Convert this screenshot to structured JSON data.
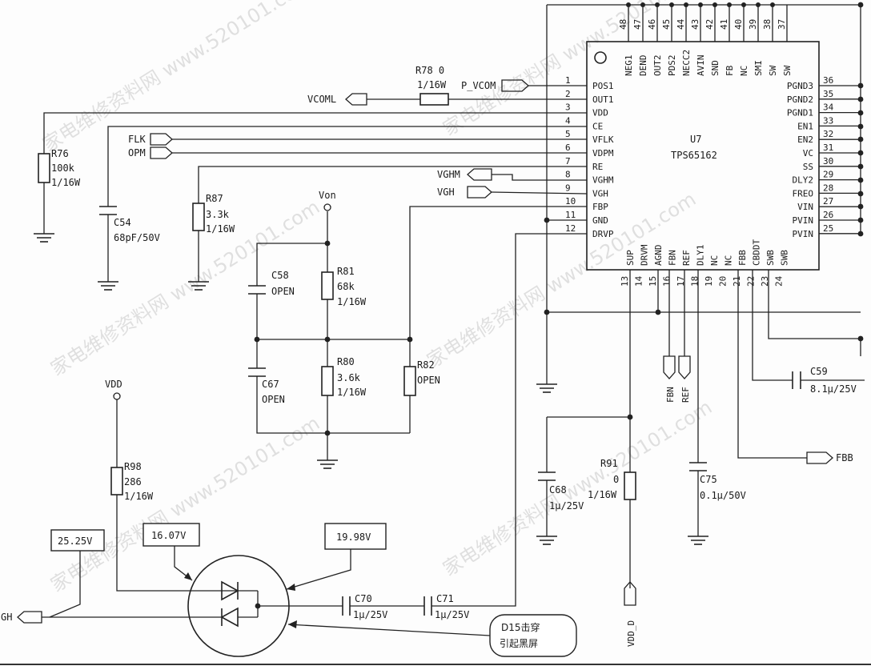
{
  "watermark": {
    "text": "家电维修资料网 www.520101.com"
  },
  "ic": {
    "ref": "U7",
    "part": "TPS65162",
    "left_pins": [
      {
        "no": "1",
        "name": "POS1"
      },
      {
        "no": "2",
        "name": "OUT1"
      },
      {
        "no": "3",
        "name": "VDD"
      },
      {
        "no": "4",
        "name": "CE"
      },
      {
        "no": "5",
        "name": "VFLK"
      },
      {
        "no": "6",
        "name": "VDPM"
      },
      {
        "no": "7",
        "name": "RE"
      },
      {
        "no": "8",
        "name": "VGHM"
      },
      {
        "no": "9",
        "name": "VGH"
      },
      {
        "no": "10",
        "name": "FBP"
      },
      {
        "no": "11",
        "name": "GND"
      },
      {
        "no": "12",
        "name": "DRVP"
      }
    ],
    "right_pins": [
      {
        "no": "36",
        "name": "PGND3"
      },
      {
        "no": "35",
        "name": "PGND2"
      },
      {
        "no": "34",
        "name": "PGND1"
      },
      {
        "no": "33",
        "name": "EN1"
      },
      {
        "no": "32",
        "name": "EN2"
      },
      {
        "no": "31",
        "name": "VC"
      },
      {
        "no": "30",
        "name": "SS"
      },
      {
        "no": "29",
        "name": "DLY2"
      },
      {
        "no": "28",
        "name": "FREO"
      },
      {
        "no": "27",
        "name": "VIN"
      },
      {
        "no": "26",
        "name": "PVIN"
      },
      {
        "no": "25",
        "name": "PVIN"
      }
    ],
    "top_pins": [
      {
        "no": "48",
        "name": "NEG1"
      },
      {
        "no": "47",
        "name": "DEND"
      },
      {
        "no": "46",
        "name": "OUT2"
      },
      {
        "no": "45",
        "name": "PDS2"
      },
      {
        "no": "44",
        "name": "NECC2"
      },
      {
        "no": "43",
        "name": "AVIN"
      },
      {
        "no": "42",
        "name": "SND"
      },
      {
        "no": "41",
        "name": "FB"
      },
      {
        "no": "40",
        "name": "NC"
      },
      {
        "no": "39",
        "name": "SMI"
      },
      {
        "no": "38",
        "name": "SW"
      },
      {
        "no": "37",
        "name": "SW"
      }
    ],
    "bottom_pins": [
      {
        "no": "13",
        "name": "SUP"
      },
      {
        "no": "14",
        "name": "DRVM"
      },
      {
        "no": "15",
        "name": "AGND"
      },
      {
        "no": "16",
        "name": "FBN"
      },
      {
        "no": "17",
        "name": "REF"
      },
      {
        "no": "18",
        "name": "DLY1"
      },
      {
        "no": "19",
        "name": "NC"
      },
      {
        "no": "20",
        "name": "NC"
      },
      {
        "no": "21",
        "name": "FBB"
      },
      {
        "no": "22",
        "name": "CBDDT"
      },
      {
        "no": "23",
        "name": "SWB"
      },
      {
        "no": "24",
        "name": "SWB"
      }
    ]
  },
  "nets": {
    "p_vcom": "P_VCOM",
    "vcoml": "VCOML",
    "flk": "FLK",
    "opm": "OPM",
    "vghm": "VGHM",
    "vgh": "VGH",
    "von": "Von",
    "vdd": "VDD",
    "fbn": "FBN",
    "ref": "REF",
    "fbb": "FBB",
    "vdd_d": "VDD_D",
    "gh": "GH"
  },
  "components": {
    "r78": {
      "ref": "R78 0",
      "val": "1/16W"
    },
    "r76": {
      "ref": "R76",
      "val": "100k",
      "pwr": "1/16W"
    },
    "c54": {
      "ref": "C54",
      "val": "68pF/50V"
    },
    "r87": {
      "ref": "R87",
      "val": "3.3k",
      "pwr": "1/16W"
    },
    "c58": {
      "ref": "C58",
      "val": "OPEN"
    },
    "r81": {
      "ref": "R81",
      "val": "68k",
      "pwr": "1/16W"
    },
    "c67": {
      "ref": "C67",
      "val": "OPEN"
    },
    "r80": {
      "ref": "R80",
      "val": "3.6k",
      "pwr": "1/16W"
    },
    "r82": {
      "ref": "R82",
      "val": "OPEN"
    },
    "r98": {
      "ref": "R98",
      "val": "286",
      "pwr": "1/16W"
    },
    "c70": {
      "ref": "C70",
      "val": "1μ/25V"
    },
    "c71": {
      "ref": "C71",
      "val": "1μ/25V"
    },
    "c68": {
      "ref": "C68",
      "val": "1μ/25V"
    },
    "r91": {
      "ref": "R91",
      "val": "0",
      "pwr": "1/16W"
    },
    "c75": {
      "ref": "C75",
      "val": "0.1μ/50V"
    },
    "c59": {
      "ref": "C59",
      "val": "8.1μ/25V"
    }
  },
  "voltages": {
    "v1": "25.25V",
    "v2": "16.07V",
    "v3": "19.98V"
  },
  "note": {
    "line1": "D15击穿",
    "line2": "引起黑屏"
  }
}
